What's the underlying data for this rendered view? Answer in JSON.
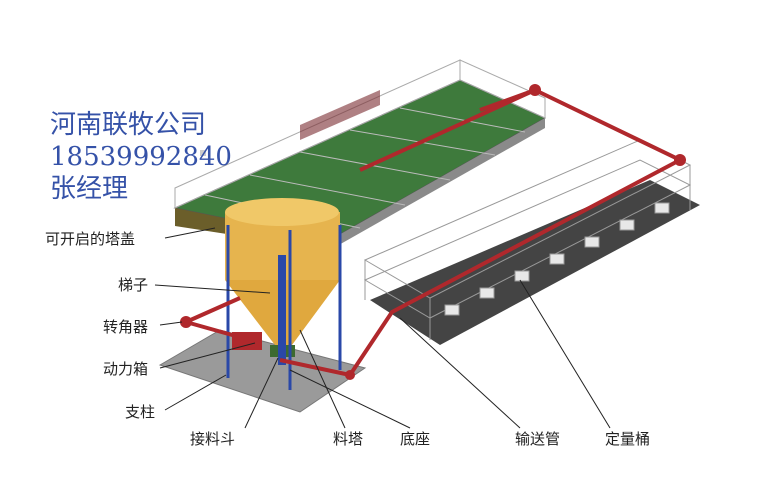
{
  "contact": {
    "company": "河南联牧公司",
    "phone": "18539992840",
    "person": "张经理"
  },
  "labels": {
    "lid": "可开启的塔盖",
    "ladder": "梯子",
    "corner": "转角器",
    "power_box": "动力箱",
    "pillar": "支柱",
    "hopper": "接料斗",
    "silo": "料塔",
    "base": "底座",
    "pipe": "输送管",
    "doser": "定量桶"
  },
  "colors": {
    "contact_text": "#3552a8",
    "pipe": "#b0282c",
    "silo": "#e6b44e",
    "pillar": "#2a48a8"
  }
}
